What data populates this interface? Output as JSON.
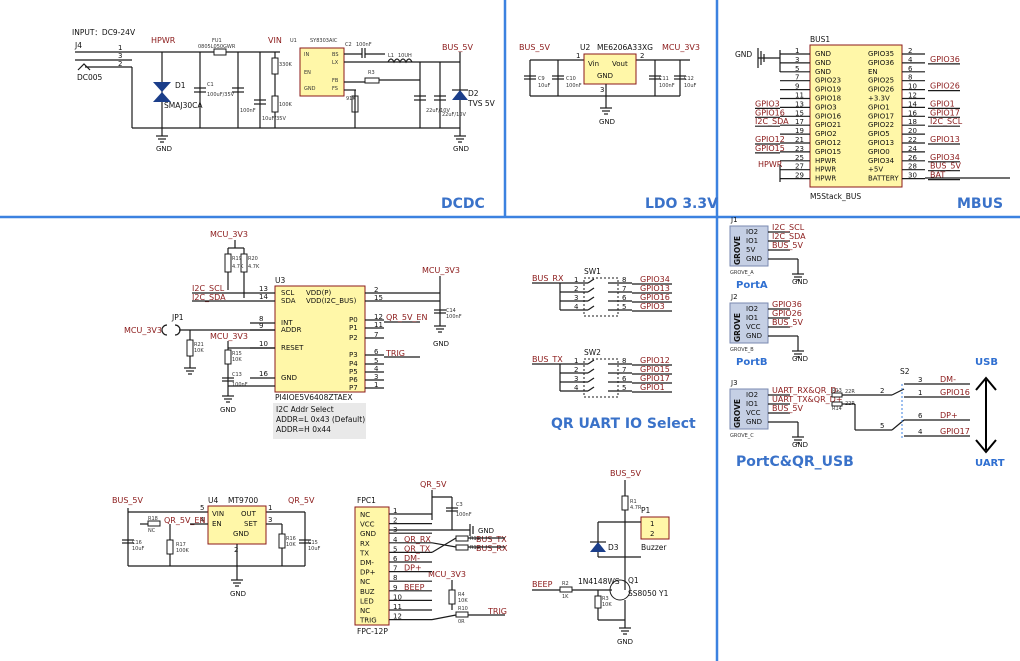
{
  "sections": {
    "dcdc": "DCDC",
    "ldo": "LDO 3.3V",
    "mbus": "MBUS",
    "qr_uart": "QR UART IO Select",
    "portc_usb": "PortC&QR_USB",
    "porta": "PortA",
    "portb": "PortB"
  },
  "dcdc": {
    "input": "INPUT：DC9-24V",
    "j4": "J4",
    "dc005": "DC005",
    "hpwr": "HPWR",
    "fu1": "FU1",
    "fuse": "0805L050GWR",
    "d1": "D1",
    "smaj": "SMAJ30CA",
    "vin": "VIN",
    "u1": "U1",
    "u1_part": "SY8303AIC",
    "c2": "C2",
    "c2v": "100nF",
    "l1": "L1",
    "l1v": "10UH",
    "r3": "R3",
    "bus5v": "BUS_5V",
    "d2": "D2",
    "tvs": "TVS 5V",
    "gnd": "GND",
    "pins_left": [
      "IN",
      "EN",
      "GND"
    ],
    "pins_right": [
      "BS",
      "LX",
      "FB",
      "FS"
    ],
    "c1": "C1",
    "c1v": "100uF/35V",
    "c4v": "100nF",
    "c5v": "10uF/35V",
    "c6v": "22uF/10V",
    "c7v": "22uF/10V",
    "r1v": "330K",
    "r2v": "100K",
    "r4v": "91K"
  },
  "ldo": {
    "bus5v": "BUS_5V",
    "u2": "U2",
    "part": "ME6206A33XG",
    "mcu3v3": "MCU_3V3",
    "vin": "Vin",
    "vout": "Vout",
    "gnd": "GND",
    "c9": "C9",
    "c9v": "10uF",
    "c10": "C10",
    "c10v": "100nF",
    "c11": "C11",
    "c11v": "100nF",
    "c12": "C12",
    "c12v": "10uF",
    "p1": "1",
    "p2": "2",
    "p3": "3"
  },
  "mbus": {
    "bus1": "BUS1",
    "footer": "M5Stack_BUS",
    "gnd_net": "GND",
    "hpwr_net": "HPWR",
    "left": [
      {
        "n": "1",
        "name": "GND",
        "net": ""
      },
      {
        "n": "3",
        "name": "GND",
        "net": ""
      },
      {
        "n": "5",
        "name": "GND",
        "net": ""
      },
      {
        "n": "7",
        "name": "GPIO23",
        "net": ""
      },
      {
        "n": "9",
        "name": "GPIO19",
        "net": ""
      },
      {
        "n": "11",
        "name": "GPIO18",
        "net": ""
      },
      {
        "n": "13",
        "name": "GPIO3",
        "net": "GPIO3"
      },
      {
        "n": "15",
        "name": "GPIO16",
        "net": "GPIO16"
      },
      {
        "n": "17",
        "name": "GPIO21",
        "net": "I2C_SDA"
      },
      {
        "n": "19",
        "name": "GPIO2",
        "net": ""
      },
      {
        "n": "21",
        "name": "GPIO12",
        "net": "GPIO12"
      },
      {
        "n": "23",
        "name": "GPIO15",
        "net": "GPIO15"
      },
      {
        "n": "25",
        "name": "HPWR",
        "net": ""
      },
      {
        "n": "27",
        "name": "HPWR",
        "net": ""
      },
      {
        "n": "29",
        "name": "HPWR",
        "net": ""
      }
    ],
    "right": [
      {
        "n": "2",
        "name": "GPIO35",
        "net": ""
      },
      {
        "n": "4",
        "name": "GPIO36",
        "net": "GPIO36"
      },
      {
        "n": "6",
        "name": "EN",
        "net": ""
      },
      {
        "n": "8",
        "name": "GPIO25",
        "net": ""
      },
      {
        "n": "10",
        "name": "GPIO26",
        "net": "GPIO26"
      },
      {
        "n": "12",
        "name": "+3.3V",
        "net": ""
      },
      {
        "n": "14",
        "name": "GPIO1",
        "net": "GPIO1"
      },
      {
        "n": "16",
        "name": "GPIO17",
        "net": "GPIO17"
      },
      {
        "n": "18",
        "name": "GPIO22",
        "net": "I2C_SCL"
      },
      {
        "n": "20",
        "name": "GPIO5",
        "net": ""
      },
      {
        "n": "22",
        "name": "GPIO13",
        "net": "GPIO13"
      },
      {
        "n": "24",
        "name": "GPIO0",
        "net": ""
      },
      {
        "n": "26",
        "name": "GPIO34",
        "net": "GPIO34"
      },
      {
        "n": "28",
        "name": "+5V",
        "net": "BUS_5V"
      },
      {
        "n": "30",
        "name": "BATTERY",
        "net": "BAT"
      }
    ]
  },
  "u3": {
    "mcu3v3_top": "MCU_3V3",
    "r19": "R19",
    "r19v": "4.7K",
    "r20": "R20",
    "r20v": "4.7K",
    "u3": "U3",
    "scl_net": "I2C_SCL",
    "sda_net": "I2C_SDA",
    "mcu3v3_right": "MCU_3V3",
    "jp1": "JP1",
    "mcu3v3_left": "MCU_3V3",
    "r21": "R21",
    "r21v": "10K",
    "mcu3v3_mid": "MCU_3V3",
    "r15": "R15",
    "r15v": "10K",
    "c13": "C13",
    "c13v": "100nF",
    "c14": "C14",
    "c14v": "100nF",
    "gnd": "GND",
    "qr5ven": "QR_5V_EN",
    "trig": "TRIG",
    "part": "PI4IOE5V6408ZTAEX",
    "note1": "I2C Addr Select",
    "note2": "ADDR=L 0x43 (Default)",
    "note3": "ADDR=H 0x44",
    "left_pins": [
      {
        "n": "13",
        "name": "SCL"
      },
      {
        "n": "14",
        "name": "SDA"
      },
      {
        "n": "8",
        "name": "INT"
      },
      {
        "n": "9",
        "name": "ADDR"
      },
      {
        "n": "10",
        "name": "RESET"
      },
      {
        "n": "16",
        "name": "GND"
      }
    ],
    "right_pins": [
      {
        "n": "2",
        "name": "VDD(P)"
      },
      {
        "n": "15",
        "name": "VDD(I2C_BUS)"
      },
      {
        "n": "12",
        "name": "P0"
      },
      {
        "n": "11",
        "name": "P1"
      },
      {
        "n": "7",
        "name": "P2"
      },
      {
        "n": "6",
        "name": "P3"
      },
      {
        "n": "5",
        "name": "P4"
      },
      {
        "n": "4",
        "name": "P5"
      },
      {
        "n": "3",
        "name": "P6"
      },
      {
        "n": "1",
        "name": "P7"
      }
    ]
  },
  "sw": {
    "sw1": "SW1",
    "sw2": "SW2",
    "bus_rx": "BUS_RX",
    "bus_tx": "BUS_TX",
    "sw1_right": [
      "GPIO34",
      "GPIO13",
      "GPIO16",
      "GPIO3"
    ],
    "sw2_right": [
      "GPIO12",
      "GPIO15",
      "GPIO17",
      "GPIO1"
    ],
    "left_nums": [
      "1",
      "2",
      "3",
      "4"
    ],
    "right_nums": [
      "8",
      "7",
      "6",
      "5"
    ]
  },
  "grove": {
    "label": "GROVE",
    "j1": "J1",
    "j2": "J2",
    "j3": "J3",
    "grove_a": "GROVE_A",
    "grove_b": "GROVE_B",
    "grove_c": "GROVE_C",
    "a_pins": [
      "IO2",
      "IO1",
      "5V",
      "GND"
    ],
    "a_nets": [
      "I2C_SCL",
      "I2C_SDA",
      "BUS_5V",
      ""
    ],
    "b_pins": [
      "IO2",
      "IO1",
      "VCC",
      "GND"
    ],
    "b_nets": [
      "GPIO36",
      "GPIO26",
      "BUS_5V",
      ""
    ],
    "c_pins": [
      "IO2",
      "IO1",
      "VCC",
      "GND"
    ],
    "c_nets": [
      "UART_RX&QR_D-",
      "UART_TX&QR_D+",
      "BUS_5V",
      ""
    ],
    "gnd": "GND",
    "r_c1": "R13",
    "r_c2": "R14",
    "r_val": "22R",
    "s2": "S2",
    "s2_nets": [
      "DM-",
      "GPIO16",
      "DP+",
      "GPIO17"
    ],
    "s2_nums": [
      "3",
      "1",
      "6",
      "4"
    ],
    "s2_left": [
      "2",
      "5"
    ],
    "usb": "USB",
    "uart": "UART"
  },
  "u4": {
    "bus5v": "BUS_5V",
    "u4": "U4",
    "part": "MT9700",
    "qr5v": "QR_5V",
    "vin": "VIN",
    "en": "EN",
    "gnd": "GND",
    "out": "OUT",
    "set": "SET",
    "r18": "R18",
    "r18v": "NC",
    "qr5ven": "QR_5V_EN",
    "c16": "C16",
    "c16v": "10uF",
    "r17": "R17",
    "r17v": "100K",
    "r16": "R16",
    "r16v": "10K",
    "c15": "C15",
    "c15v": "10uF",
    "gnd_label": "GND",
    "pins": {
      "p5": "5",
      "p4": "4",
      "p1": "1",
      "p3": "3",
      "p2": "2"
    }
  },
  "fpc": {
    "fpc1": "FPC1",
    "footer": "FPC-12P",
    "qr5v": "QR_5V",
    "c3": "C3",
    "c3v": "100nF",
    "gnd": "GND",
    "mcu3v3": "MCU_3V3",
    "r4": "R4",
    "r4v": "10K",
    "r10": "R10",
    "r10v": "0R",
    "r11": "R11",
    "r12": "R12",
    "r0v": "0R",
    "bus_tx": "BUS_TX",
    "bus_rx": "BUS_RX",
    "trig": "TRIG",
    "pins": [
      {
        "n": "1",
        "name": "NC",
        "net": ""
      },
      {
        "n": "2",
        "name": "VCC",
        "net": ""
      },
      {
        "n": "3",
        "name": "GND",
        "net": ""
      },
      {
        "n": "4",
        "name": "RX",
        "net": "QR_RX"
      },
      {
        "n": "5",
        "name": "TX",
        "net": "QR_TX"
      },
      {
        "n": "6",
        "name": "DM-",
        "net": "DM-"
      },
      {
        "n": "7",
        "name": "DP+",
        "net": "DP+"
      },
      {
        "n": "8",
        "name": "NC",
        "net": ""
      },
      {
        "n": "9",
        "name": "BUZ",
        "net": "BEEP"
      },
      {
        "n": "10",
        "name": "LED",
        "net": ""
      },
      {
        "n": "11",
        "name": "NC",
        "net": ""
      },
      {
        "n": "12",
        "name": "TRIG",
        "net": ""
      }
    ]
  },
  "buzzer": {
    "bus5v": "BUS_5V",
    "r1": "R1",
    "r1v": "4.7R",
    "p1": "P1",
    "buzzer": "Buzzer",
    "d3": "D3",
    "diode": "1N4148WS",
    "q1": "Q1",
    "q1part": "SS8050 Y1",
    "beep": "BEEP",
    "r2": "R2",
    "r2v": "1K",
    "r3": "R3",
    "r3v": "10K",
    "gnd": "GND",
    "pin1": "1",
    "pin2": "2"
  }
}
